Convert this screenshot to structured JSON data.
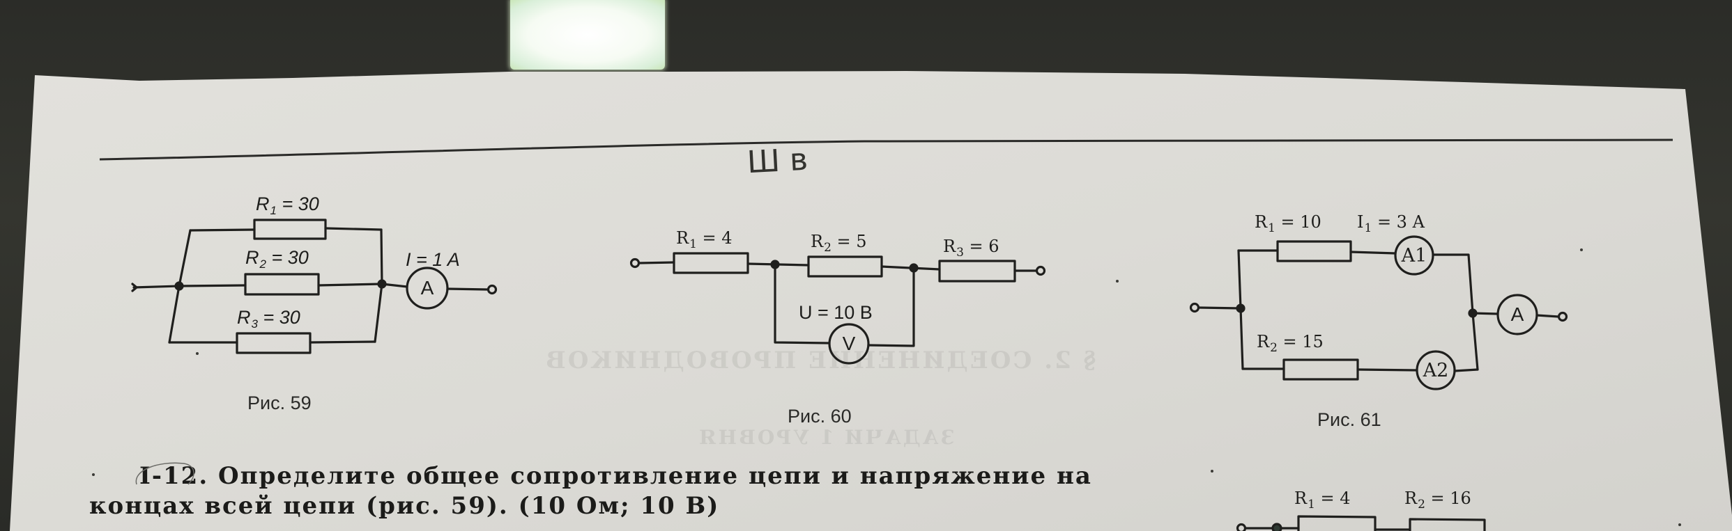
{
  "scene": {
    "background_color": "#2e2f2b",
    "paper_color": "#dddcd7",
    "ink_color": "#1d1d1b",
    "lamp_color": "#f6fbf3"
  },
  "handwriting": {
    "note": "Ш в"
  },
  "bleed_through": {
    "heading": "§ 2. СОЕДИНЕНИЕ ПРОВОДНИКОВ",
    "subheading": "ЗАДАЧИ 1 УРОВНЯ"
  },
  "figures": [
    {
      "id": "fig59",
      "caption": "Рис. 59",
      "labels": {
        "r1": {
          "symbol": "R",
          "sub": "1",
          "eq": " = 30"
        },
        "r2": {
          "symbol": "R",
          "sub": "2",
          "eq": " = 30"
        },
        "r3": {
          "symbol": "R",
          "sub": "3",
          "eq": " = 30"
        },
        "current": "I = 1 A"
      },
      "meters": {
        "ammeter": "A"
      }
    },
    {
      "id": "fig60",
      "caption": "Рис. 60",
      "labels": {
        "r1": {
          "symbol": "R",
          "sub": "1",
          "eq": " = 4"
        },
        "r2": {
          "symbol": "R",
          "sub": "2",
          "eq": " = 5"
        },
        "r3": {
          "symbol": "R",
          "sub": "3",
          "eq": " = 6"
        },
        "voltage": "U = 10 B"
      },
      "meters": {
        "voltmeter": "V"
      }
    },
    {
      "id": "fig61",
      "caption": "Рис. 61",
      "labels": {
        "r1": {
          "symbol": "R",
          "sub": "1",
          "eq": " = 10"
        },
        "i1": {
          "symbol": "I",
          "sub": "1",
          "eq": " = 3 A"
        },
        "r2": {
          "symbol": "R",
          "sub": "2",
          "eq": " = 15"
        }
      },
      "meters": {
        "a1": "A1",
        "a2": "A2",
        "a": "A"
      }
    },
    {
      "id": "fig62_partial",
      "labels": {
        "r1": {
          "symbol": "R",
          "sub": "1",
          "eq": " = 4"
        },
        "r2": {
          "symbol": "R",
          "sub": "2",
          "eq": " = 16"
        }
      }
    }
  ],
  "task": {
    "number": "I-12.",
    "line1": "Определите общее сопротивление цепи и напряжение на",
    "line2": "концах всей цепи (рис. 59). (10 Ом; 10 В)"
  }
}
